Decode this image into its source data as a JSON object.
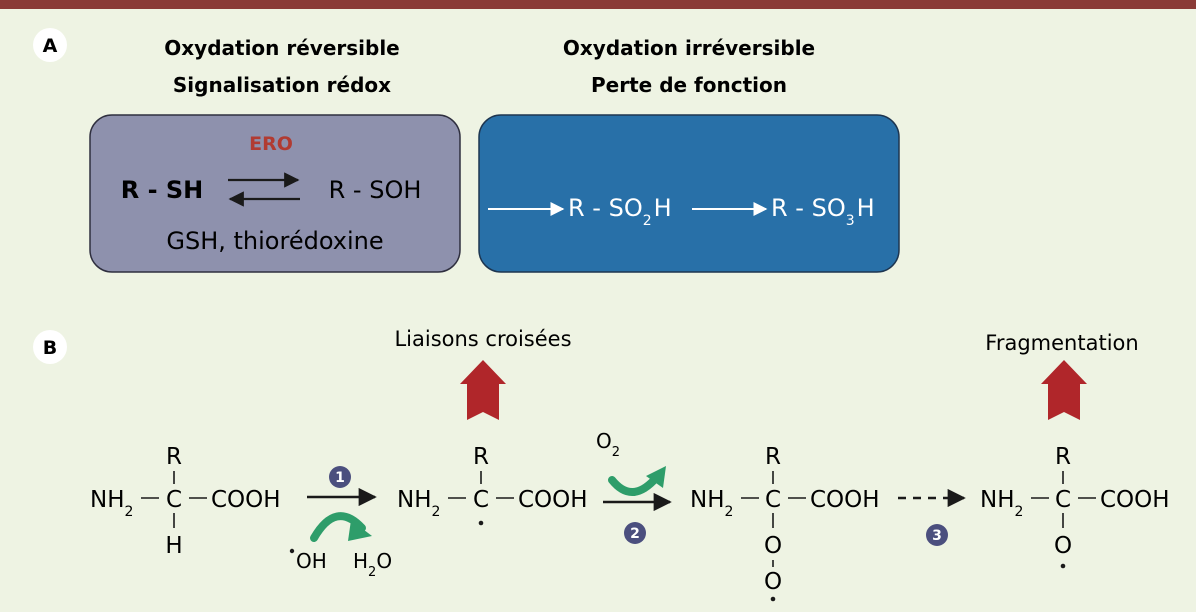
{
  "panel_a": {
    "label": "A",
    "left_heading": [
      "Oxydation réversible",
      "Signalisation rédox"
    ],
    "right_heading": [
      "Oxydation irréversible",
      "Perte de fonction"
    ],
    "reversible_box": {
      "catalyst": "ERO",
      "reactant": "R - SH",
      "product": "R - SOH",
      "reducers": "GSH, thiorédoxine"
    },
    "irreversible_box": {
      "product1_main": "R - SO",
      "product1_sub": "2",
      "product1_tail": "H",
      "product2_main": "R - SO",
      "product2_sub": "3",
      "product2_tail": "H"
    }
  },
  "panel_b": {
    "label": "B",
    "crosslink_label": "Liaisons croisées",
    "fragment_label": "Fragmentation",
    "step1": "1",
    "step2": "2",
    "step3": "3",
    "oh_reagent": "OH",
    "water_main": "H",
    "water_sub": "2",
    "water_tail": "O",
    "oxygen_main": "O",
    "oxygen_sub": "2",
    "amine_main": "NH",
    "amine_sub": "2",
    "carboxyl": "COOH",
    "carbon": "C",
    "r_group": "R",
    "hydrogen": "H",
    "oxygen_atom": "O",
    "dash": "–"
  },
  "colors": {
    "background": "#eef3e3",
    "top_rule": "#8a3b37",
    "reversible_fill": "#8e91ad",
    "irreversible_fill": "#2870a8",
    "ero_text": "#b13b32",
    "red_arrow": "#b0262a",
    "green_arrow": "#2e9d6a",
    "step_badge": "#4b4f7e"
  }
}
